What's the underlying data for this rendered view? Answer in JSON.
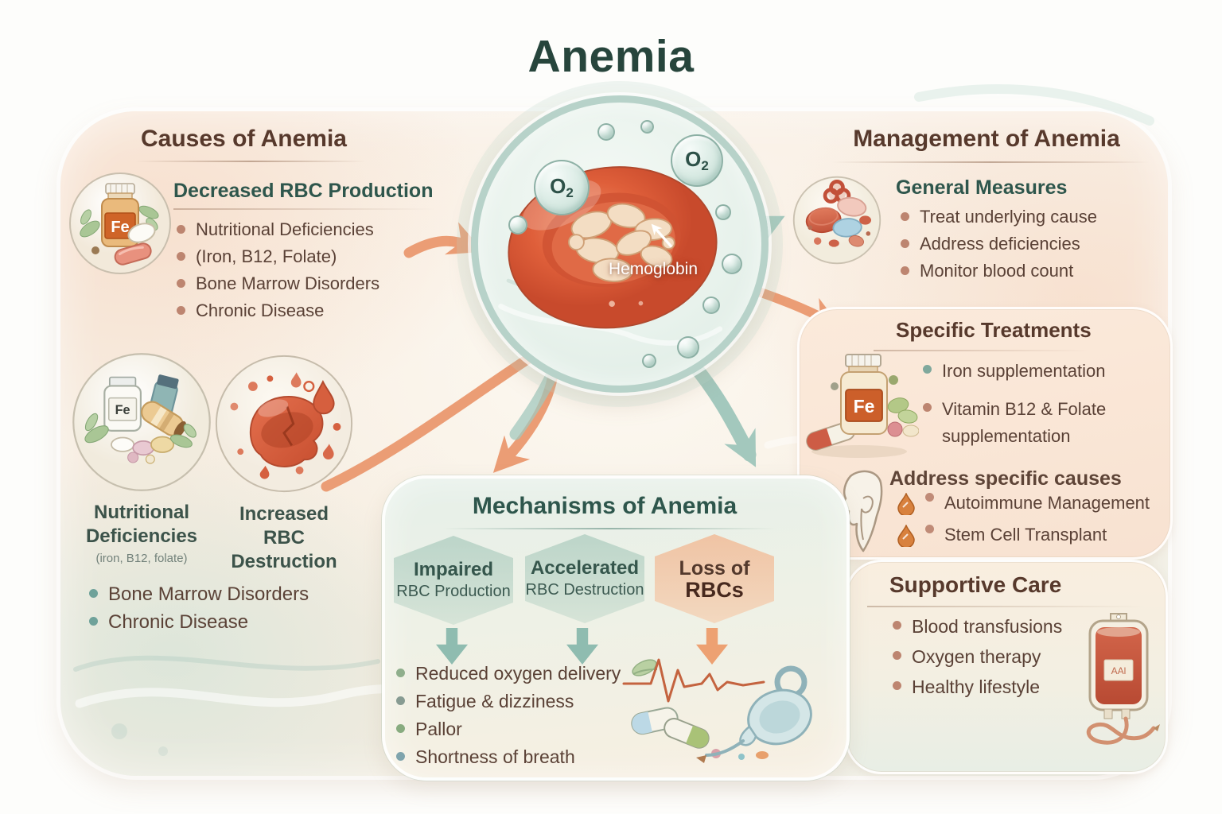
{
  "title": "Anemia",
  "center": {
    "o2_symbol": "O",
    "o2_subscript": "2",
    "hemoglobin_label": "Hemoglobin"
  },
  "causes": {
    "title": "Causes of Anemia",
    "fe_label": "Fe",
    "decreased_heading": "Decreased RBC Production",
    "decreased_bullets": [
      "Nutritional Deficiencies",
      "(Iron, B12, Folate)",
      "Bone Marrow Disorders",
      "Chronic Disease"
    ],
    "nutritional_label": "Nutritional Deficiencies",
    "nutritional_sub": "(iron, B12, folate)",
    "destruction_label": "Increased RBC Destruction",
    "bottom_bullets": [
      "Bone Marrow Disorders",
      "Chronic Disease"
    ]
  },
  "mechanisms": {
    "title": "Mechanisms of Anemia",
    "hexagons": [
      {
        "line1": "Impaired",
        "line2": "RBC Production"
      },
      {
        "line1": "Accelerated",
        "line2": "RBC Destruction"
      },
      {
        "line1": "Loss of",
        "line2": "RBCs"
      }
    ],
    "bullets": [
      "Reduced oxygen delivery",
      "Fatigue & dizziness",
      "Pallor",
      "Shortness of breath"
    ]
  },
  "management": {
    "title": "Management of Anemia",
    "general_heading": "General Measures",
    "general_bullets": [
      "Treat underlying cause",
      "Address deficiencies",
      "Monitor blood count"
    ],
    "specific_heading": "Specific Treatments",
    "fe_label": "Fe",
    "specific_bullets": [
      "Iron supplementation",
      "Vitamin B12 & Folate supplementation"
    ],
    "address_heading": "Address specific causes",
    "address_bullets": [
      "Autoimmune Management",
      "Stem Cell Transplant"
    ],
    "supportive_heading": "Supportive Care",
    "supportive_bullets": [
      "Blood transfusions",
      "Oxygen therapy",
      "Healthy lifestyle"
    ],
    "blood_bag_label": "AAl"
  },
  "colors": {
    "arrow_orange": "#eb9d75",
    "arrow_teal": "#a3c8bd",
    "heading_brown": "#57392c",
    "heading_teal": "#2e564c",
    "body_text": "#5a4136"
  }
}
